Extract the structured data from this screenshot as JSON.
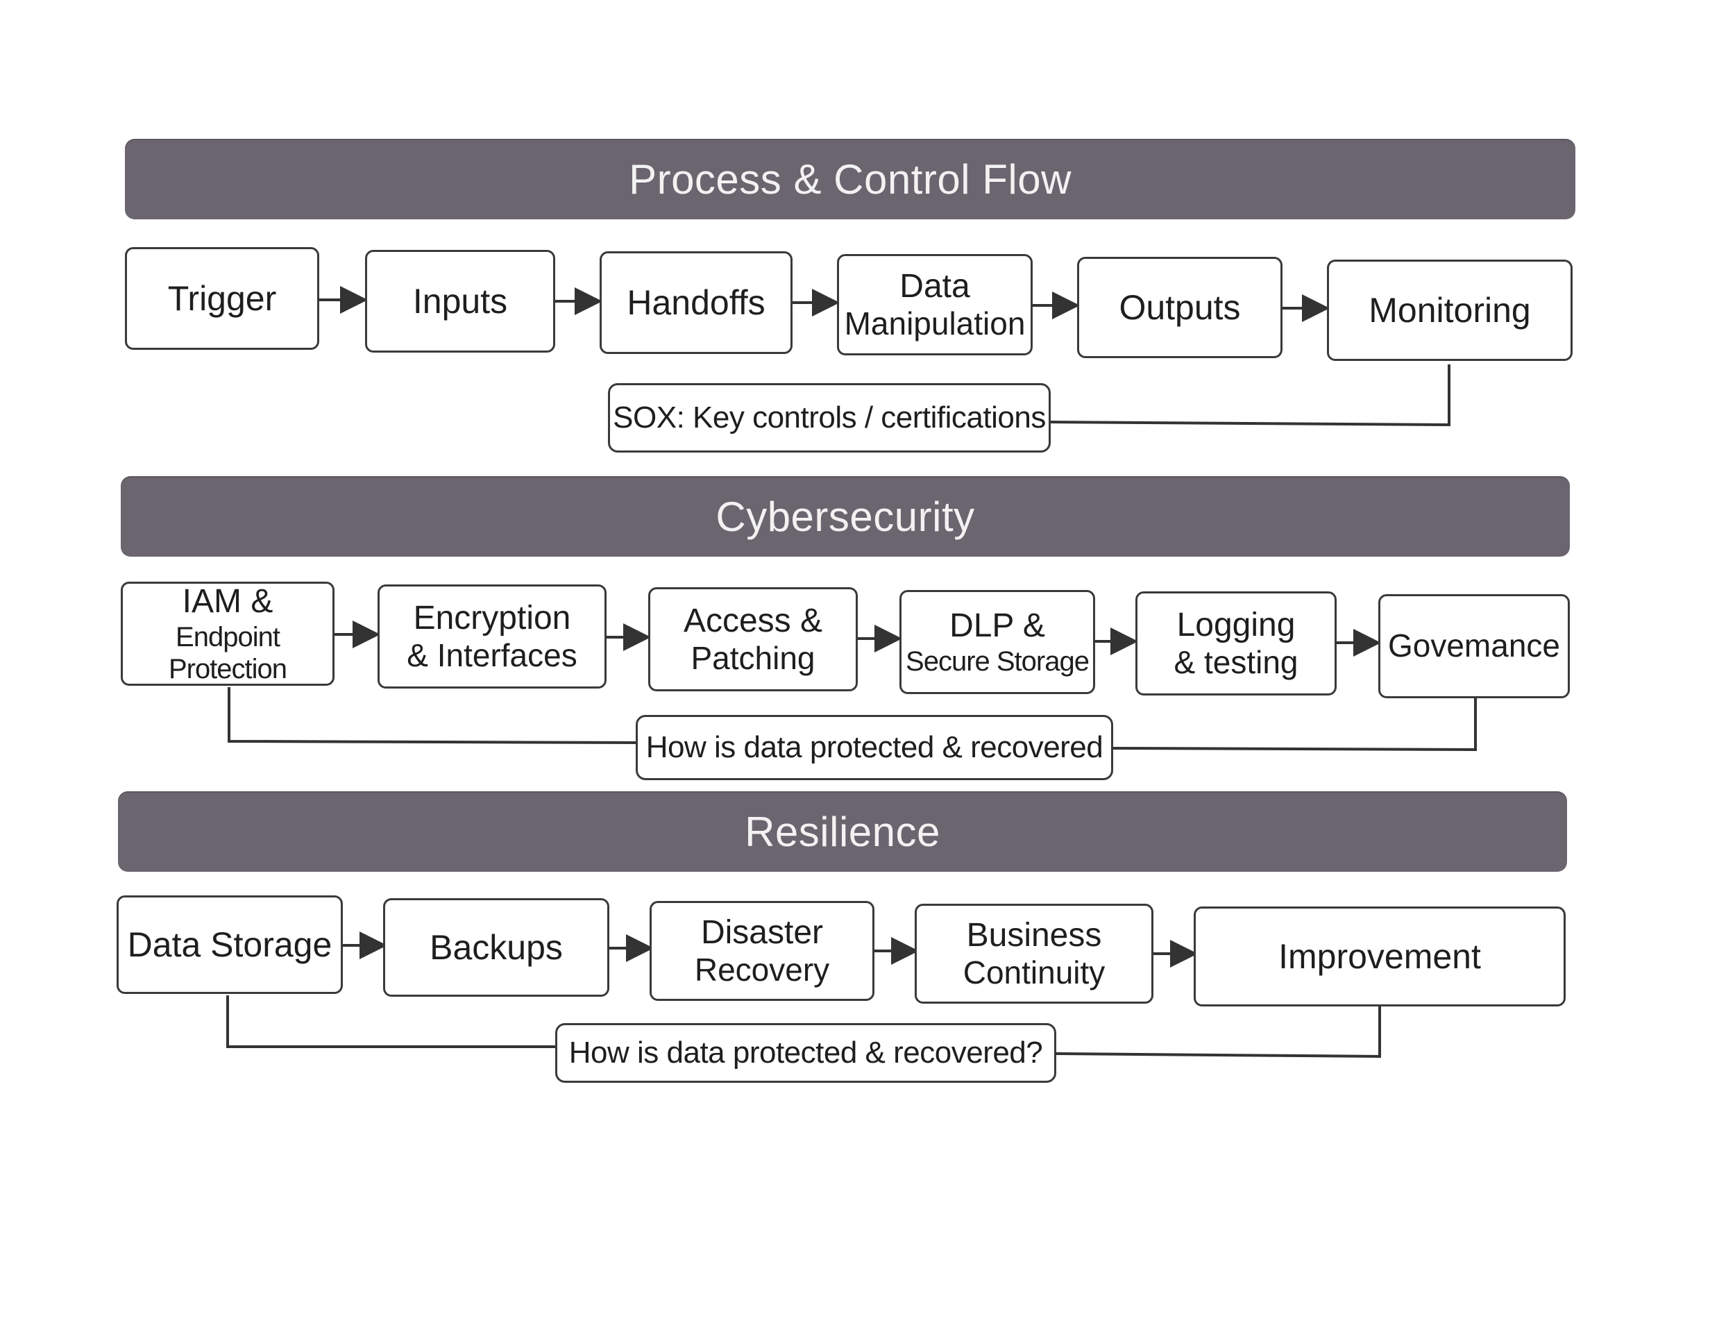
{
  "sections": [
    {
      "title": "Process & Control Flow",
      "steps": [
        {
          "line1": "Trigger"
        },
        {
          "line1": "Inputs"
        },
        {
          "line1": "Handoffs"
        },
        {
          "line1": "Data",
          "line2": "Manipulation"
        },
        {
          "line1": "Outputs"
        },
        {
          "line1": "Monitoring"
        }
      ],
      "note": "SOX: Key controls / certifications"
    },
    {
      "title": "Cybersecurity",
      "steps": [
        {
          "line1": "IAM &",
          "line2": "Endpoint Protection"
        },
        {
          "line1": "Encryption",
          "line2": "& Interfaces"
        },
        {
          "line1": "Access &",
          "line2": "Patching"
        },
        {
          "line1": "DLP &",
          "line2": "Secure Storage"
        },
        {
          "line1": "Logging",
          "line2": "& testing"
        },
        {
          "line1": "Govemance"
        }
      ],
      "note": "How is data protected & recovered"
    },
    {
      "title": "Resilience",
      "steps": [
        {
          "line1": "Data Storage"
        },
        {
          "line1": "Backups"
        },
        {
          "line1": "Disaster",
          "line2": "Recovery"
        },
        {
          "line1": "Business",
          "line2": "Continuity"
        },
        {
          "line1": "Improvement"
        }
      ],
      "note": "How is data protected & recovered?"
    }
  ],
  "colors": {
    "banner_fill": "#6b6570",
    "banner_text": "#f2f2f2",
    "box_border": "#3a3a3a",
    "line": "#333333"
  }
}
